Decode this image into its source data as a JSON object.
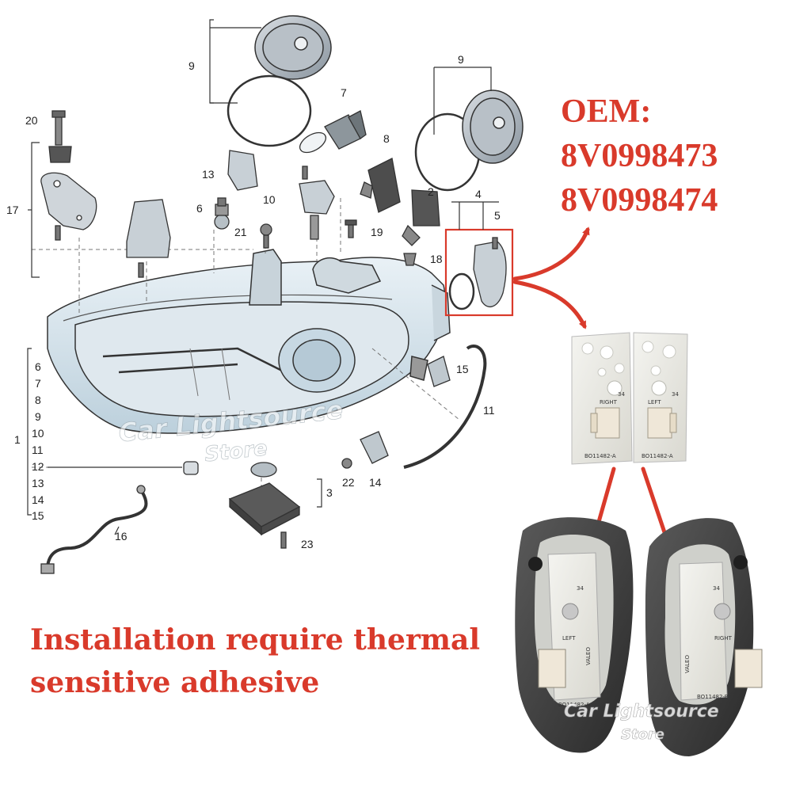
{
  "diagram": {
    "part_labels": [
      "20",
      "17",
      "13",
      "6",
      "9",
      "7",
      "8",
      "10",
      "21",
      "19",
      "2",
      "4",
      "5",
      "18",
      "1",
      "6",
      "7",
      "8",
      "9",
      "10",
      "11",
      "12",
      "13",
      "14",
      "15",
      "15",
      "11",
      "22",
      "14",
      "3",
      "16",
      "23",
      "9"
    ],
    "oem_title": "OEM:",
    "oem_numbers": [
      "8V0998473",
      "8V0998474"
    ],
    "note_lines": [
      "Installation require thermal",
      "sensitive adhesive"
    ],
    "watermark": {
      "line1": "Car Lightsource",
      "line2": "Store"
    },
    "pcb_labels": {
      "right": "RIGHT",
      "left": "LEFT",
      "maker": "VALEO",
      "code_a": "BO11482-A",
      "code_b": "BO11482-B",
      "num": "34"
    },
    "accent_color": "#d93a2b"
  }
}
